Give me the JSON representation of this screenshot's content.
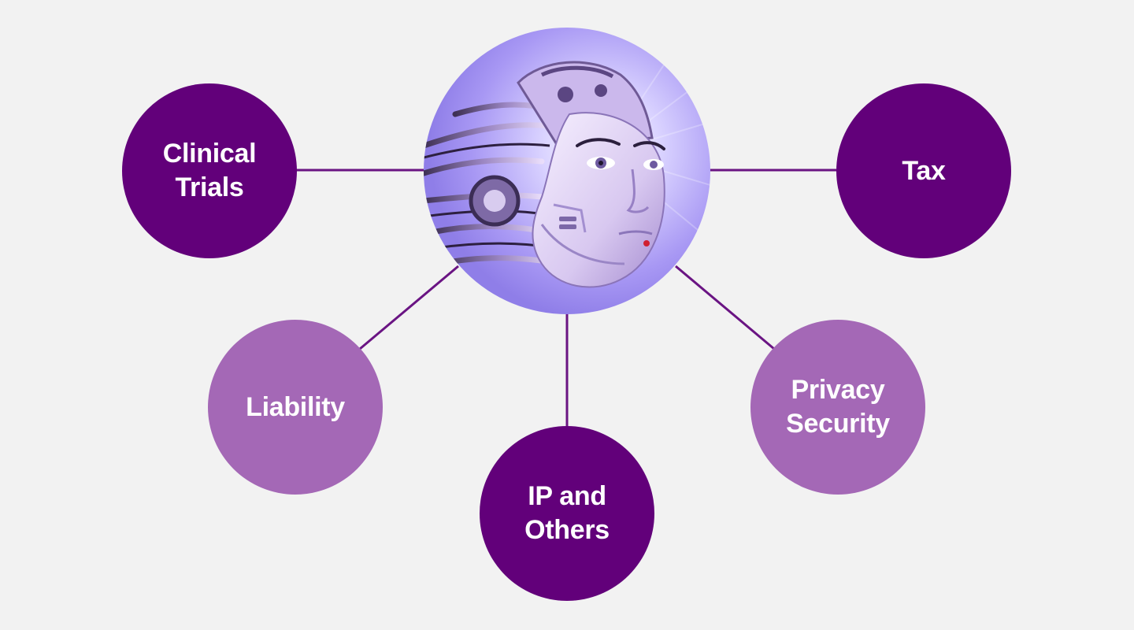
{
  "colors": {
    "background": "#f2f2f2",
    "node_dark": "#62007a",
    "node_light": "#a468b6",
    "connector": "#6a1483",
    "center_glow": "#9f8ff2"
  },
  "center": {
    "icon": "robot-head-icon"
  },
  "nodes": {
    "clinical_trials": {
      "label": "Clinical\nTrials"
    },
    "tax": {
      "label": "Tax"
    },
    "liability": {
      "label": "Liability"
    },
    "ip_and_others": {
      "label": "IP and\nOthers"
    },
    "privacy_security": {
      "label": "Privacy\nSecurity"
    }
  }
}
